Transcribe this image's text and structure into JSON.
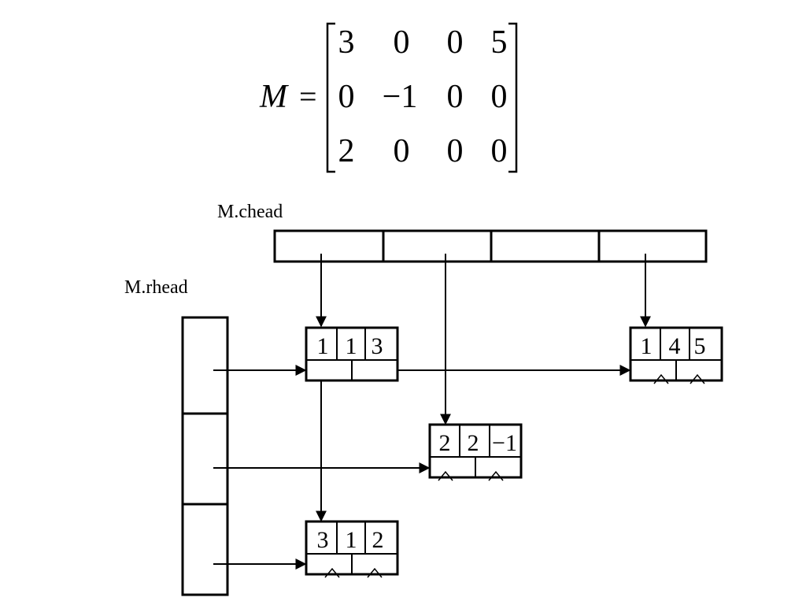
{
  "matrix": {
    "name": "M",
    "equals": "=",
    "rows": [
      [
        "3",
        "0",
        "0",
        "5"
      ],
      [
        "0",
        "−1",
        "0",
        "0"
      ],
      [
        "2",
        "0",
        "0",
        "0"
      ]
    ]
  },
  "labels": {
    "chead": "M.chead",
    "rhead": "M.rhead"
  },
  "nodes": [
    {
      "id": "n113",
      "fields": [
        "1",
        "1",
        "3"
      ],
      "down_null": false,
      "right_null": false,
      "null_symbol": ""
    },
    {
      "id": "n145",
      "fields": [
        "1",
        "4",
        "5"
      ],
      "down_null": true,
      "right_null": true,
      "null_symbol": "^"
    },
    {
      "id": "n22m1",
      "fields": [
        "2",
        "2",
        "−1"
      ],
      "down_null": true,
      "right_null": true,
      "null_symbol": "^"
    },
    {
      "id": "n312",
      "fields": [
        "3",
        "1",
        "2"
      ],
      "down_null": true,
      "right_null": true,
      "null_symbol": "^"
    }
  ]
}
